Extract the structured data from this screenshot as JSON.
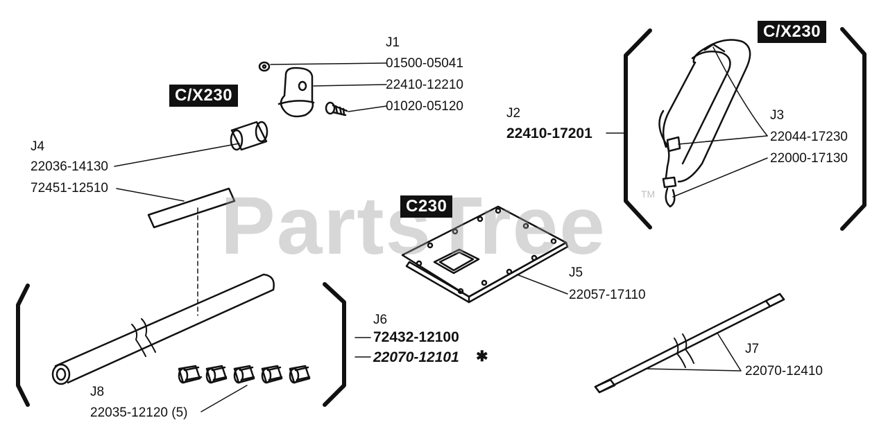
{
  "watermark": {
    "text": "PartsTree",
    "tm": "TM"
  },
  "badges": {
    "cx230_left": "C/X230",
    "cx230_right": "C/X230",
    "c230": "C230"
  },
  "labels": {
    "j1": "J1",
    "p01500": "01500-05041",
    "p22410_12210": "22410-12210",
    "p01020": "01020-05120",
    "j4": "J4",
    "p22036": "22036-14130",
    "p72451": "72451-12510",
    "j2": "J2",
    "p22410_17201": "22410-17201",
    "j3": "J3",
    "p22044": "22044-17230",
    "p22000": "22000-17130",
    "j5": "J5",
    "p22057": "22057-17110",
    "j6": "J6",
    "p72432": "72432-12100",
    "p22070_12101": "22070-12101",
    "star": "✱",
    "j7": "J7",
    "p22070_12410": "22070-12410",
    "j8": "J8",
    "p22035": "22035-12120 (5)"
  }
}
